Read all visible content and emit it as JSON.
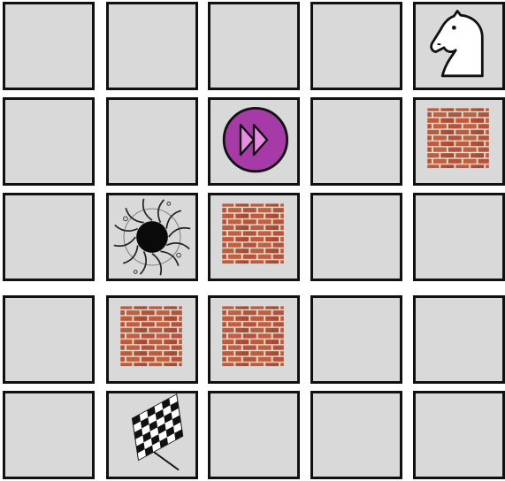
{
  "board": {
    "rows": 5,
    "cols": 5,
    "colors": {
      "cell_fill": "#d9d9d9",
      "cell_border": "#111111",
      "speed_boost_fill": "#a63aa6",
      "speed_boost_arrow": "#e58ee0",
      "brick": "#b5533a",
      "mortar": "#e4ddd4"
    },
    "pieces": [
      {
        "row": 0,
        "col": 4,
        "type": "knight",
        "icon": "knight-icon"
      },
      {
        "row": 1,
        "col": 2,
        "type": "speed-boost",
        "icon": "fast-forward-icon"
      },
      {
        "row": 1,
        "col": 4,
        "type": "wall",
        "icon": "brick-wall-icon"
      },
      {
        "row": 2,
        "col": 1,
        "type": "black-hole",
        "icon": "black-hole-icon"
      },
      {
        "row": 2,
        "col": 2,
        "type": "wall",
        "icon": "brick-wall-icon"
      },
      {
        "row": 3,
        "col": 1,
        "type": "wall",
        "icon": "brick-wall-icon"
      },
      {
        "row": 3,
        "col": 2,
        "type": "wall",
        "icon": "brick-wall-icon"
      },
      {
        "row": 4,
        "col": 1,
        "type": "goal",
        "icon": "checkered-flag-icon"
      }
    ]
  }
}
